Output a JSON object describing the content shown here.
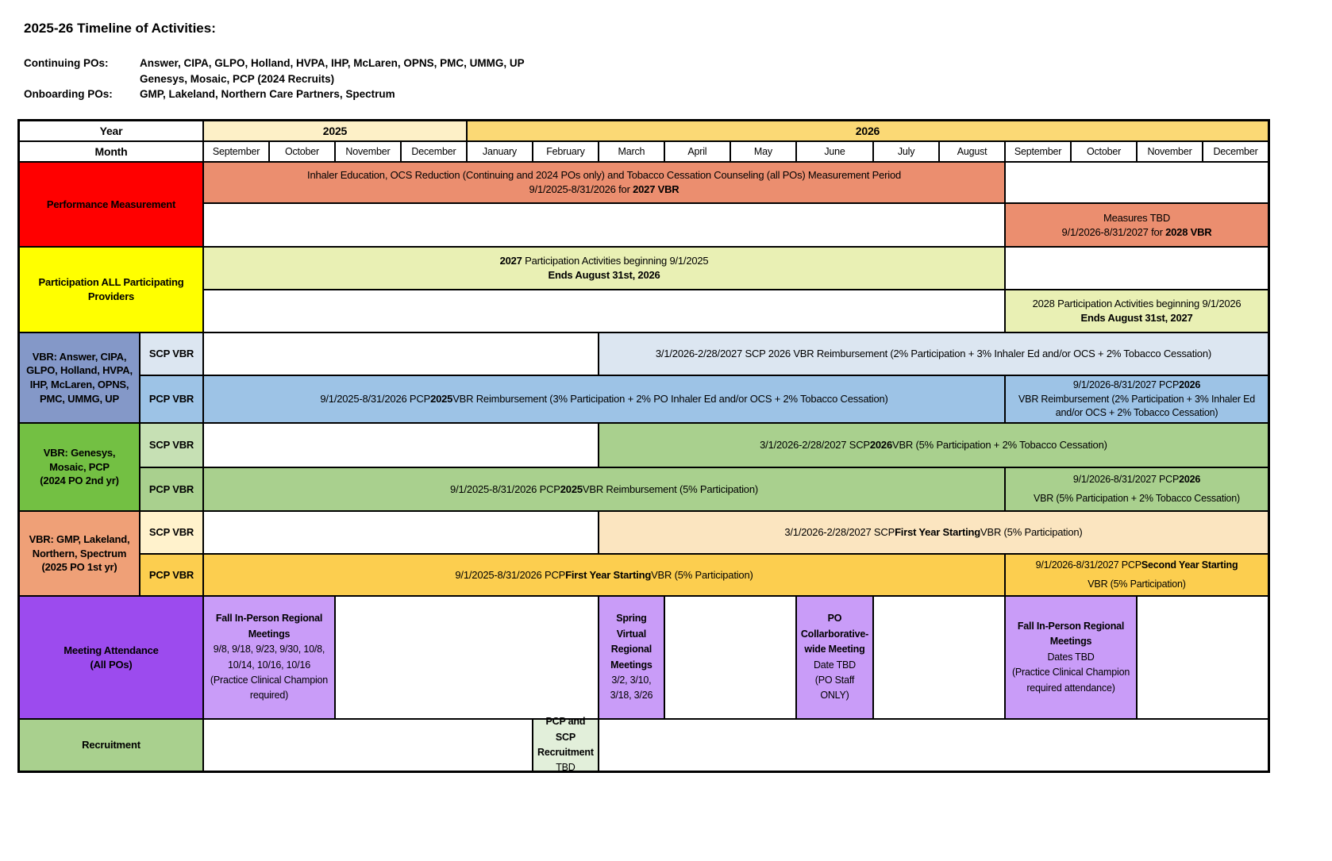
{
  "header": {
    "title": "2025-26 Timeline of Activities:",
    "continuing": {
      "label": "Continuing POs:",
      "line1": "Answer, CIPA, GLPO, Holland, HVPA, IHP, McLaren, OPNS, PMC, UMMG, UP",
      "line2": "Genesys, Mosaic, PCP (2024 Recruits)"
    },
    "onboarding": {
      "label": "Onboarding POs:",
      "line1": "GMP, Lakeland, Northern Care Partners, Spectrum"
    }
  },
  "timeline": {
    "year_row": {
      "label": "Year",
      "y2025": "2025",
      "y2026": "2026"
    },
    "month_row": {
      "label": "Month",
      "months": [
        "September",
        "October",
        "November",
        "December",
        "January",
        "February",
        "March",
        "April",
        "May",
        "June",
        "July",
        "August",
        "September",
        "October",
        "November",
        "December"
      ]
    },
    "performance": {
      "label": "Performance Measurement",
      "bar_2027": [
        [
          {
            "t": "Inhaler Education, OCS Reduction  (Continuing and 2024 POs only) and Tobacco Cessation Counseling (all POs) Measurement Period"
          }
        ],
        [
          {
            "t": "9/1/2025-8/31/2026 for "
          },
          {
            "t": "2027 VBR",
            "b": true
          }
        ]
      ],
      "bar_2028": [
        [
          {
            "t": "Measures TBD"
          }
        ],
        [
          {
            "t": "9/1/2026-8/31/2027 for "
          },
          {
            "t": "2028 VBR",
            "b": true
          }
        ]
      ]
    },
    "participation": {
      "label": "Participation ALL Participating Providers",
      "bar_2027": [
        [
          {
            "t": "2027",
            "b": true
          },
          {
            "t": " Participation Activities beginning 9/1/2025"
          }
        ],
        [
          {
            "t": "Ends August 31st, 2026",
            "b": true
          }
        ]
      ],
      "bar_2028": [
        [
          {
            "t": "2028 Participation Activities beginning 9/1/2026"
          }
        ],
        [
          {
            "t": "Ends August 31st, 2027",
            "b": true
          }
        ]
      ]
    },
    "vbr_continuing": {
      "label": "VBR: Answer, CIPA, GLPO, Holland, HVPA, IHP, McLaren, OPNS, PMC, UMMG, UP",
      "scp_label": "SCP VBR",
      "pcp_label": "PCP VBR",
      "scp_bar": [
        {
          "t": "3/1/2026-2/28/2027 SCP 2026 VBR Reimbursement (2% Participation + 3% Inhaler Ed and/or OCS + 2% Tobacco Cessation)"
        }
      ],
      "pcp_bar_2025": [
        {
          "t": "9/1/2025-8/31/2026 PCP "
        },
        {
          "t": "2025",
          "b": true
        },
        {
          "t": " VBR Reimbursement (3% Participation + 2% PO Inhaler Ed and/or OCS + 2% Tobacco Cessation)"
        }
      ],
      "pcp_bar_2026": [
        {
          "t": "9/1/2026-8/31/2027 PCP "
        },
        {
          "t": "2026",
          "b": true
        },
        {
          "t": " VBR Reimbursement (2% Participation + 3% Inhaler Ed and/or OCS + 2% Tobacco Cessation)"
        }
      ]
    },
    "vbr_2024": {
      "label_lines": [
        [
          {
            "t": "VBR: Genesys, Mosaic, PCP"
          }
        ],
        [
          {
            "t": "(2024 PO 2nd yr)"
          }
        ]
      ],
      "scp_label": "SCP VBR",
      "pcp_label": "PCP VBR",
      "scp_bar": [
        {
          "t": "3/1/2026-2/28/2027 SCP "
        },
        {
          "t": "2026",
          "b": true
        },
        {
          "t": " VBR (5% Participation + 2% Tobacco Cessation)"
        }
      ],
      "pcp_bar_2025": [
        {
          "t": "9/1/2025-8/31/2026 PCP "
        },
        {
          "t": "2025",
          "b": true
        },
        {
          "t": " VBR Reimbursement (5% Participation)"
        }
      ],
      "pcp_bar_2026": [
        {
          "t": "9/1/2026-8/31/2027 PCP "
        },
        {
          "t": "2026",
          "b": true
        },
        {
          "t": " VBR (5% Participation + 2% Tobacco Cessation)"
        }
      ]
    },
    "vbr_2025": {
      "label_lines": [
        [
          {
            "t": "VBR: GMP, Lakeland, Northern, Spectrum"
          }
        ],
        [
          {
            "t": "(2025 PO 1st yr)"
          }
        ]
      ],
      "scp_label": "SCP VBR",
      "pcp_label": "PCP VBR",
      "scp_bar": [
        {
          "t": "3/1/2026-2/28/2027 SCP "
        },
        {
          "t": "First Year Starting",
          "b": true
        },
        {
          "t": " VBR (5% Participation)"
        }
      ],
      "pcp_bar_2025": [
        {
          "t": "9/1/2025-8/31/2026 PCP "
        },
        {
          "t": "First Year Starting",
          "b": true
        },
        {
          "t": " VBR (5% Participation)"
        }
      ],
      "pcp_bar_2026": [
        {
          "t": "9/1/2026-8/31/2027 PCP "
        },
        {
          "t": "Second Year Starting",
          "b": true
        },
        {
          "t": " VBR (5% Participation)"
        }
      ]
    },
    "meetings": {
      "label_lines": [
        [
          {
            "t": "Meeting Attendance"
          }
        ],
        [
          {
            "t": "(All POs)"
          }
        ]
      ],
      "fall_2025": [
        [
          {
            "t": "Fall In-Person Regional Meetings",
            "b": true
          }
        ],
        [
          {
            "t": "9/8, 9/18, 9/23, 9/30, 10/8, 10/14, 10/16, 10/16"
          }
        ],
        [
          {
            "t": "(Practice Clinical Champion required)"
          }
        ]
      ],
      "spring_2026": [
        [
          {
            "t": "Spring Virtual Regional Meetings",
            "b": true
          }
        ],
        [
          {
            "t": "3/2, 3/10, 3/18, 3/26"
          }
        ]
      ],
      "po_collab": [
        [
          {
            "t": "PO Collarborative-wide Meeting",
            "b": true
          }
        ],
        [
          {
            "t": "Date TBD"
          }
        ],
        [
          {
            "t": "(PO Staff ONLY)"
          }
        ]
      ],
      "fall_2026": [
        [
          {
            "t": "Fall In-Person Regional Meetings",
            "b": true
          }
        ],
        [
          {
            "t": "Dates TBD"
          }
        ],
        [
          {
            "t": "(Practice Clinical Champion required attendance)"
          }
        ]
      ]
    },
    "recruitment": {
      "label": "Recruitment",
      "block": [
        [
          {
            "t": "PCP and SCP Recruitment",
            "b": true
          }
        ],
        [
          {
            "t": "TBD"
          }
        ]
      ]
    }
  },
  "colors": {
    "performance_label": "#FF0000",
    "measurement_bar": "#EB8E6F",
    "participation_label": "#FFFF00",
    "participation_bar": "#E9F0B4",
    "vbr_continuing_label": "#8498C8",
    "vbr_continuing_scp": "#DCE6F1",
    "vbr_continuing_pcp": "#9DC3E6",
    "vbr_2024_label": "#73C043",
    "vbr_2024_scp": "#C6E0B4",
    "vbr_2024_bar": "#A9D08E",
    "vbr_2025_label": "#EFA077",
    "vbr_2025_scp": "#FFF2CC",
    "vbr_2025_scp_bar": "#FBE5C0",
    "vbr_2025_pcp_bar": "#FCCE4F",
    "meetings_label": "#9C4BEE",
    "meetings_block": "#C99CF8",
    "recruitment_label": "#A9D08E",
    "recruitment_block": "#E2EFDA",
    "year_2025_header": "#FDF0C7",
    "year_2026_header": "#FBD975"
  }
}
